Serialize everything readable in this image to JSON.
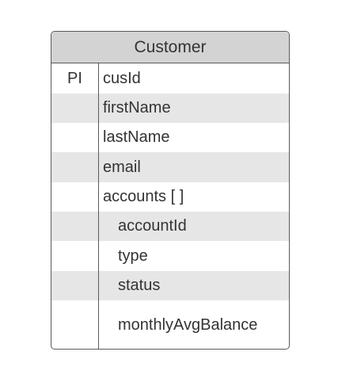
{
  "entity": {
    "title": "Customer",
    "rows": [
      {
        "key": "PI",
        "field": "cusId",
        "nested": false,
        "shaded": false
      },
      {
        "key": "",
        "field": "firstName",
        "nested": false,
        "shaded": true
      },
      {
        "key": "",
        "field": "lastName",
        "nested": false,
        "shaded": false
      },
      {
        "key": "",
        "field": "email",
        "nested": false,
        "shaded": true
      },
      {
        "key": "",
        "field": "accounts [ ]",
        "nested": false,
        "shaded": false
      },
      {
        "key": "",
        "field": "accountId",
        "nested": true,
        "shaded": true
      },
      {
        "key": "",
        "field": "type",
        "nested": true,
        "shaded": false
      },
      {
        "key": "",
        "field": "status",
        "nested": true,
        "shaded": true
      },
      {
        "key": "",
        "field": "monthlyAvgBalance",
        "nested": true,
        "shaded": false
      }
    ]
  }
}
